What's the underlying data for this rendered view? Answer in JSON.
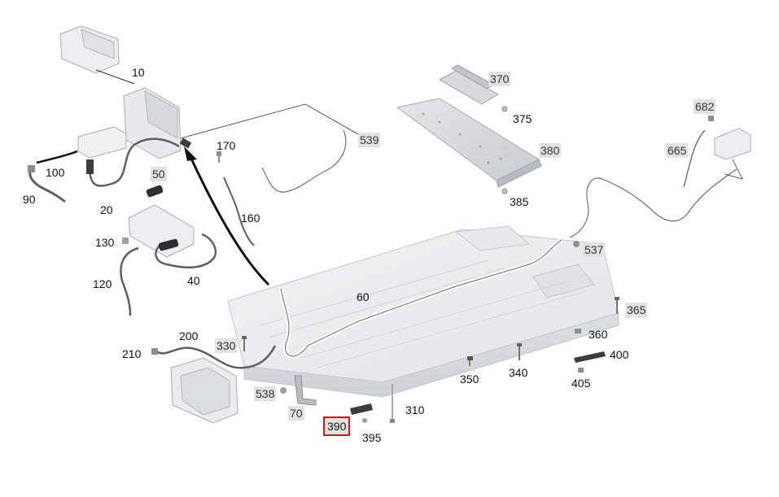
{
  "diagram": {
    "callouts": [
      {
        "id": "c10",
        "label": "10",
        "style": "plain"
      },
      {
        "id": "c100",
        "label": "100",
        "style": "plain"
      },
      {
        "id": "c90",
        "label": "90",
        "style": "plain"
      },
      {
        "id": "c20",
        "label": "20",
        "style": "plain"
      },
      {
        "id": "c50",
        "label": "50",
        "style": "shaded"
      },
      {
        "id": "c170",
        "label": "170",
        "style": "plain"
      },
      {
        "id": "c160",
        "label": "160",
        "style": "plain"
      },
      {
        "id": "c539",
        "label": "539",
        "style": "shaded"
      },
      {
        "id": "c370",
        "label": "370",
        "style": "shaded"
      },
      {
        "id": "c375",
        "label": "375",
        "style": "plain"
      },
      {
        "id": "c380",
        "label": "380",
        "style": "shaded"
      },
      {
        "id": "c385",
        "label": "385",
        "style": "plain"
      },
      {
        "id": "c682",
        "label": "682",
        "style": "shaded"
      },
      {
        "id": "c665",
        "label": "665",
        "style": "shaded"
      },
      {
        "id": "c130",
        "label": "130",
        "style": "plain"
      },
      {
        "id": "c120",
        "label": "120",
        "style": "plain"
      },
      {
        "id": "c40",
        "label": "40",
        "style": "plain"
      },
      {
        "id": "c60",
        "label": "60",
        "style": "plain"
      },
      {
        "id": "c537",
        "label": "537",
        "style": "shaded"
      },
      {
        "id": "c365",
        "label": "365",
        "style": "shaded"
      },
      {
        "id": "c360",
        "label": "360",
        "style": "plain"
      },
      {
        "id": "c400",
        "label": "400",
        "style": "plain"
      },
      {
        "id": "c405",
        "label": "405",
        "style": "plain"
      },
      {
        "id": "c340",
        "label": "340",
        "style": "plain"
      },
      {
        "id": "c350",
        "label": "350",
        "style": "plain"
      },
      {
        "id": "c210",
        "label": "210",
        "style": "plain"
      },
      {
        "id": "c200",
        "label": "200",
        "style": "plain"
      },
      {
        "id": "c330",
        "label": "330",
        "style": "shaded"
      },
      {
        "id": "c538",
        "label": "538",
        "style": "shaded"
      },
      {
        "id": "c70",
        "label": "70",
        "style": "shaded"
      },
      {
        "id": "c310",
        "label": "310",
        "style": "plain"
      },
      {
        "id": "c390",
        "label": "390",
        "style": "selected"
      },
      {
        "id": "c395",
        "label": "395",
        "style": "plain"
      }
    ],
    "colors": {
      "part_fill": "#e9ebee",
      "part_stroke": "#b9bdc3",
      "cable": "#5c6066",
      "cable_light": "#ffffff",
      "leader": "#222222",
      "selected_border": "#d4141c"
    }
  }
}
